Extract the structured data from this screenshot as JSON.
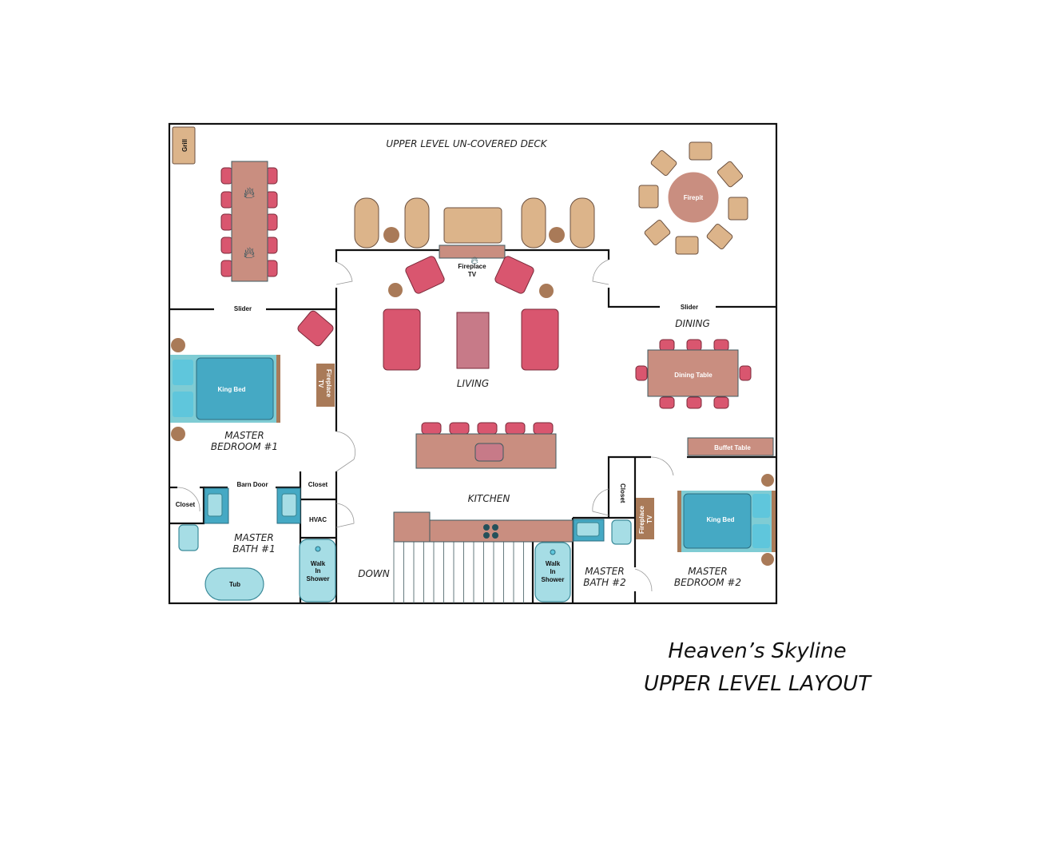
{
  "rooms": {
    "deck": "UPPER LEVEL UN-COVERED DECK",
    "living": "LIVING",
    "dining": "DINING",
    "kitchen": "KITCHEN",
    "master_bedroom_1": [
      "MASTER",
      "BEDROOM #1"
    ],
    "master_bath_1": [
      "MASTER",
      "BATH #1"
    ],
    "master_bath_2": [
      "MASTER",
      "BATH #2"
    ],
    "master_bedroom_2": [
      "MASTER",
      "BEDROOM #2"
    ],
    "down": "DOWN"
  },
  "labels": {
    "grill": "Grill",
    "firepit": "Firepit",
    "fireplace_tv_living": [
      "Fireplace",
      "TV"
    ],
    "fireplace_tv_bed1": [
      "Fireplace",
      "TV"
    ],
    "fireplace_tv_bed2": [
      "Fireplace",
      "TV"
    ],
    "slider_left": "Slider",
    "slider_right": "Slider",
    "king_bed_1": "King Bed",
    "king_bed_2": "King Bed",
    "dining_table": "Dining Table",
    "buffet_table": "Buffet Table",
    "barn_door": "Barn Door",
    "closet_left": "Closet",
    "closet_mid": "Closet",
    "closet_right": "Closet",
    "hvac": "HVAC",
    "tub": "Tub",
    "shower_1": [
      "Walk",
      "In",
      "Shower"
    ],
    "shower_2": [
      "Walk",
      "In",
      "Shower"
    ]
  },
  "title": {
    "name": "Heaven’s Skyline",
    "subtitle": "UPPER LEVEL LAYOUT"
  }
}
